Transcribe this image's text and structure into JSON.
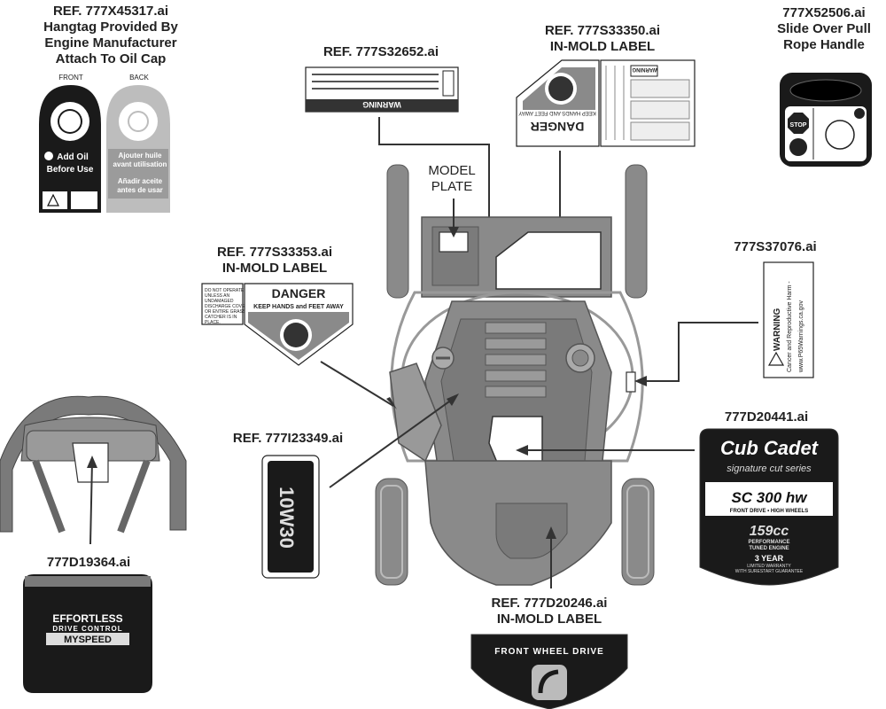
{
  "hangtag": {
    "title_lines": [
      "REF. 777X45317.ai",
      "Hangtag Provided By",
      "Engine Manufacturer",
      "Attach To Oil Cap"
    ],
    "front_label": "FRONT",
    "back_label": "BACK",
    "front_text_lines": [
      "Add Oil",
      "Before Use"
    ],
    "back_text_lines": [
      "Ajouter huile",
      "avant utilisation",
      "Añadir aceite",
      "antes de usar"
    ]
  },
  "warning_label": {
    "ref": "REF. 777S32652.ai",
    "header": "WARNING"
  },
  "danger_label_large": {
    "ref_lines": [
      "REF. 777S33350.ai",
      "IN-MOLD LABEL"
    ],
    "danger_text": "DANGER",
    "sub_text": "KEEP HANDS AND FEET AWAY",
    "warning_text": "WARNING"
  },
  "pull_rope": {
    "title_lines": [
      "777X52506.ai",
      "Slide Over Pull",
      "Rope Handle"
    ],
    "stop_text": "STOP"
  },
  "model_plate": {
    "lines": [
      "MODEL",
      "PLATE"
    ]
  },
  "danger_label_small": {
    "ref_lines": [
      "REF. 777S33353.ai",
      "IN-MOLD LABEL"
    ],
    "side_text_lines": [
      "DO NOT OPERATE",
      "UNLESS AN",
      "UNDAMAGED",
      "DISCHARGE COVER",
      "OR ENTIRE GRASS",
      "CATCHER IS IN",
      "PLACE."
    ],
    "danger_text": "DANGER",
    "sub_text": "KEEP HANDS and FEET AWAY"
  },
  "prop65": {
    "ref": "777S37076.ai",
    "warning_text": "WARNING",
    "line1": "Cancer and Reproductive Harm -",
    "line2": "www.P65Warnings.ca.gov"
  },
  "oil_label": {
    "ref": "REF. 777I23349.ai",
    "text": "10W30"
  },
  "cubcadet": {
    "ref": "777D20441.ai",
    "brand": "Cub Cadet",
    "series": "signature cut series",
    "model": "SC 300 hw",
    "model_sub": "FRONT DRIVE • HIGH WHEELS",
    "engine": "159cc",
    "engine_sub_lines": [
      "PERFORMANCE",
      "TUNED ENGINE"
    ],
    "warranty": "3 YEAR",
    "warranty_sub_lines": [
      "LIMITED WARRANTY",
      "WITH SURESTART GUARANTEE"
    ]
  },
  "handle_label": {
    "ref": "777D19364.ai",
    "lines": [
      "EFFORTLESS",
      "DRIVE CONTROL",
      "MYSPEED"
    ]
  },
  "front_wheel": {
    "ref_lines": [
      "REF. 777D20246.ai",
      "IN-MOLD LABEL"
    ],
    "text": "FRONT WHEEL DRIVE"
  },
  "colors": {
    "ink": "#222222",
    "body_gray": "#8a8a8a",
    "body_dark": "#6a6a6a",
    "label_black": "#1a1a1a"
  }
}
